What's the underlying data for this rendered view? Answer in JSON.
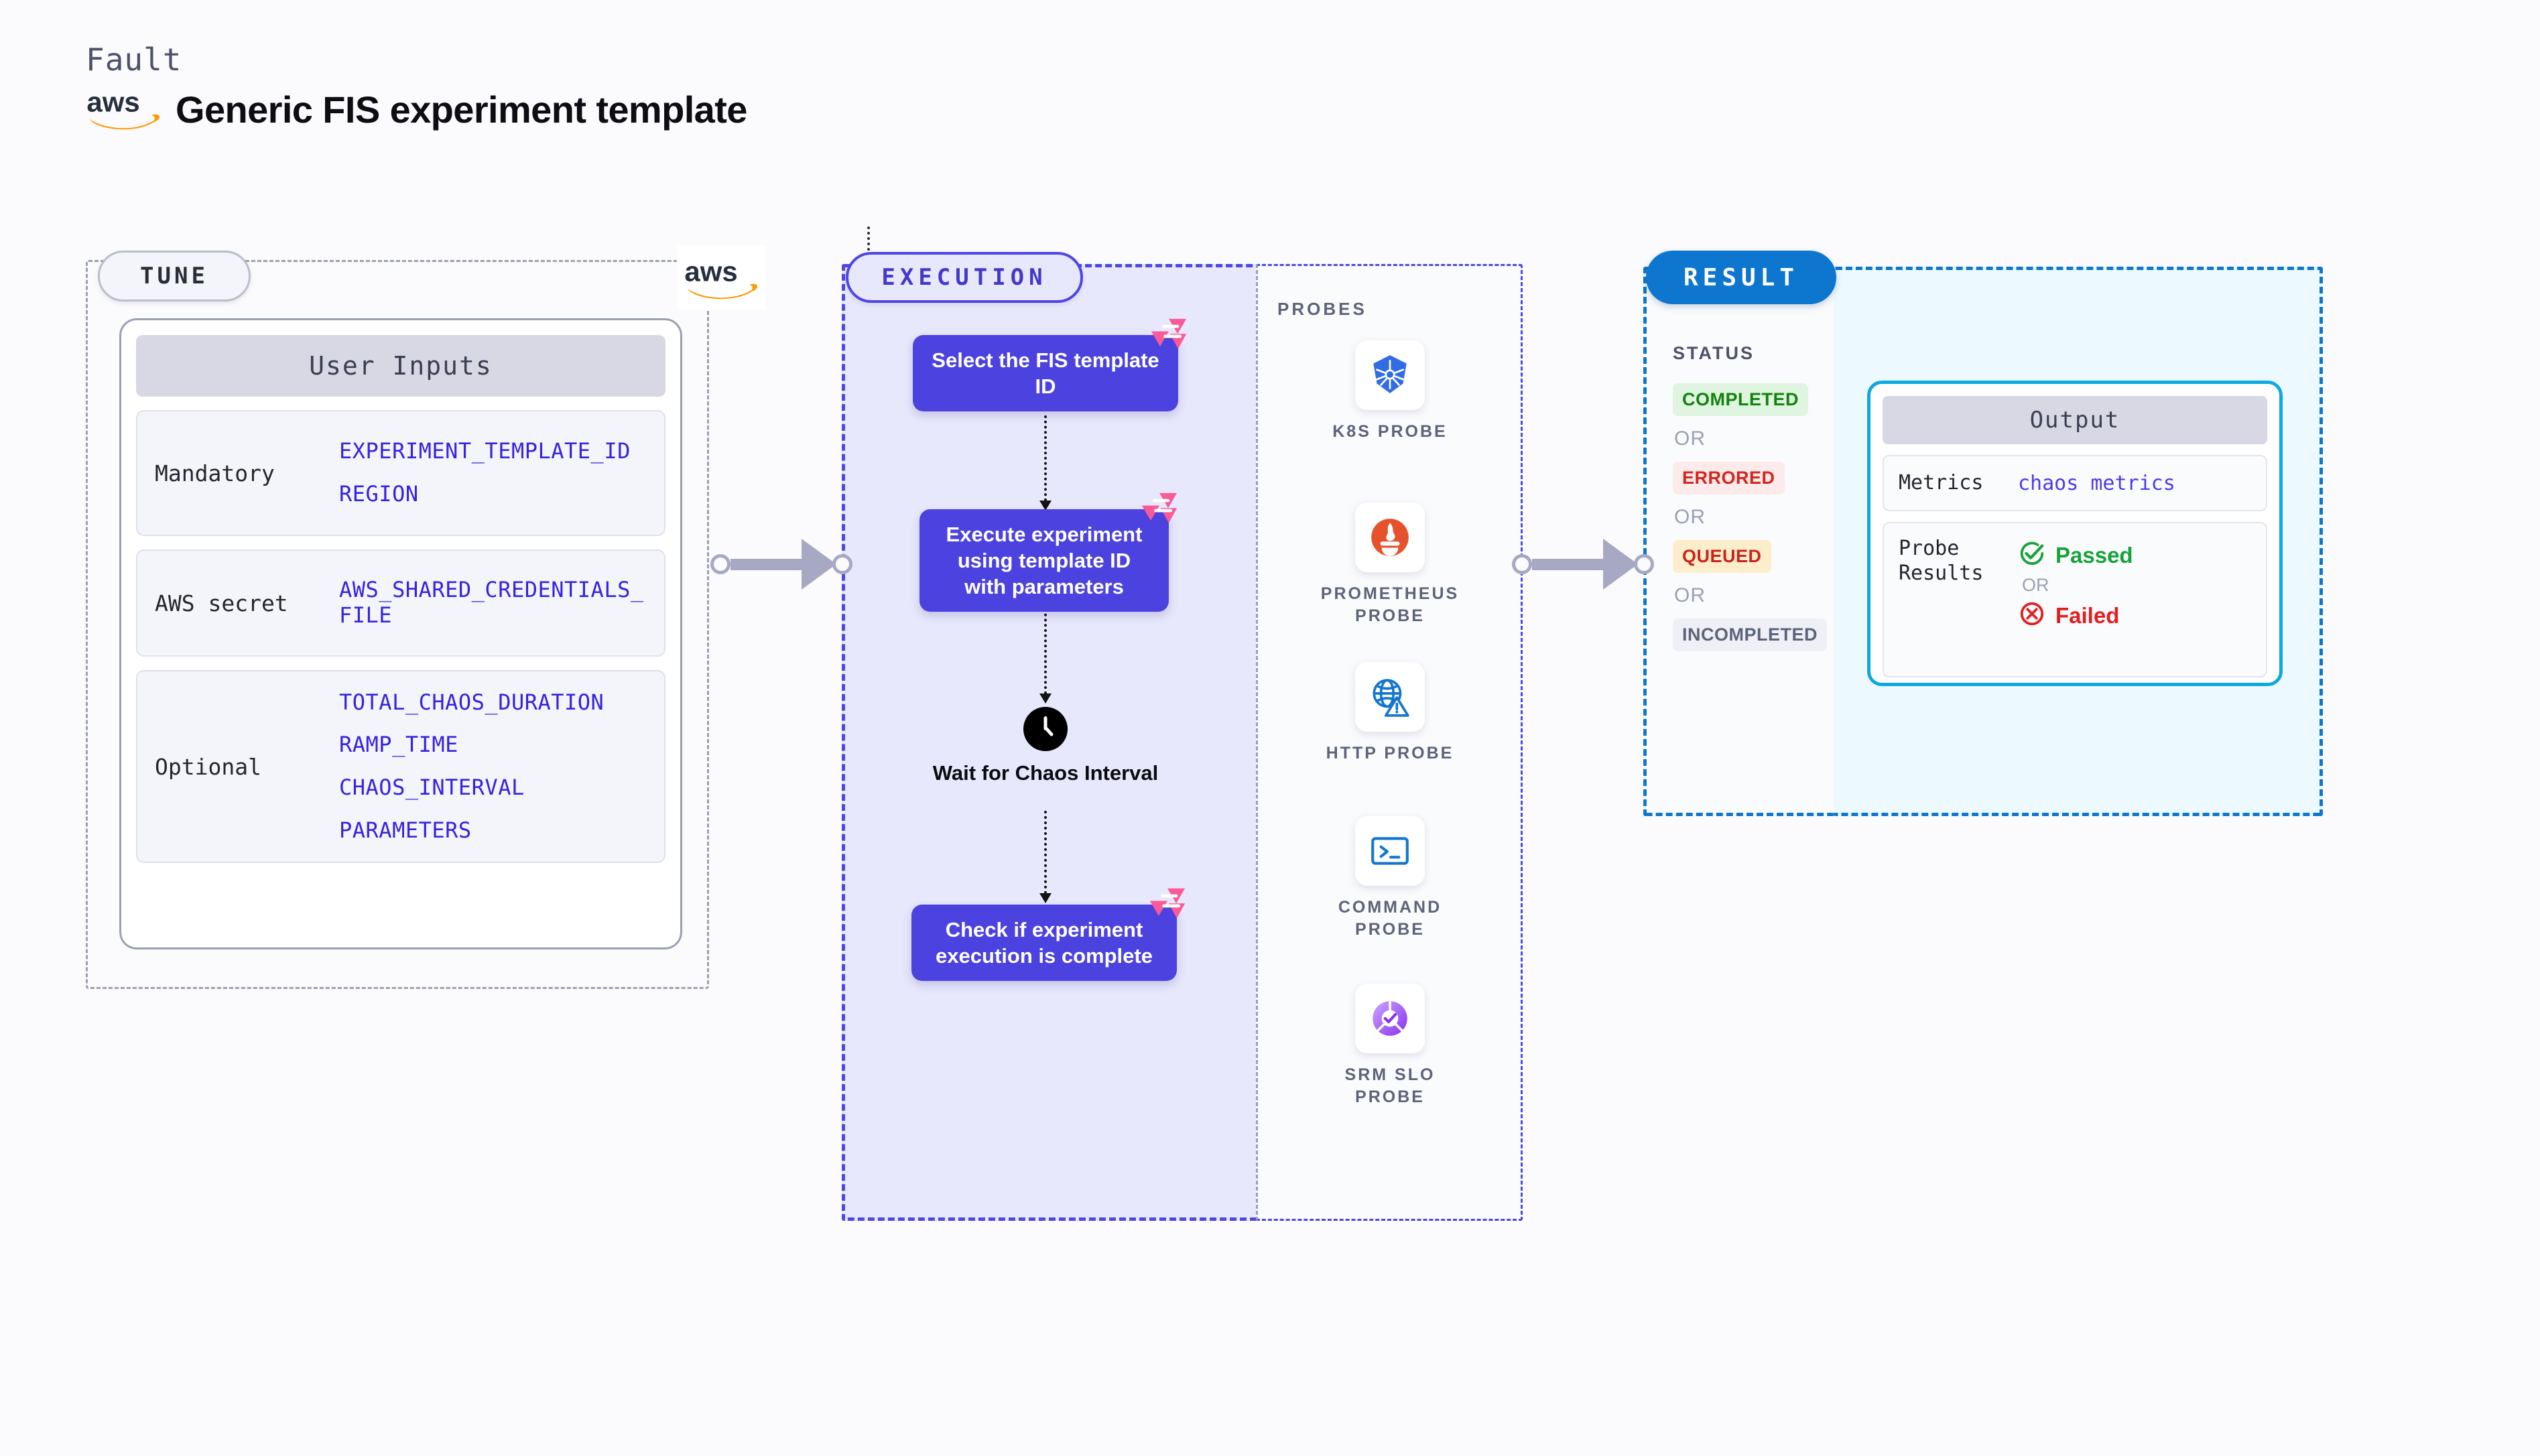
{
  "header": {
    "eyebrow": "Fault",
    "title": "Generic FIS experiment template",
    "logo_icon": "aws-logo-icon"
  },
  "tune": {
    "tag": "TUNE",
    "card_title": "User Inputs",
    "groups": [
      {
        "label": "Mandatory",
        "values": [
          "EXPERIMENT_TEMPLATE_ID",
          "REGION"
        ]
      },
      {
        "label": "AWS secret",
        "values": [
          "AWS_SHARED_CREDENTIALS_FILE"
        ]
      },
      {
        "label": "Optional",
        "values": [
          "TOTAL_CHAOS_DURATION",
          "RAMP_TIME",
          "CHAOS_INTERVAL",
          "PARAMETERS"
        ]
      }
    ]
  },
  "execution": {
    "tag": "EXECUTION",
    "steps": [
      {
        "label": "Select the FIS template ID",
        "badge_icon": "litmus-icon"
      },
      {
        "label": "Execute experiment using template ID with parameters",
        "badge_icon": "litmus-icon"
      },
      {
        "label": "Check if experiment execution is complete",
        "badge_icon": "litmus-icon"
      }
    ],
    "wait_node": {
      "icon": "clock-icon",
      "label": "Wait for Chaos Interval"
    },
    "probes_title": "PROBES",
    "probes": [
      {
        "label": "K8S PROBE",
        "icon": "kubernetes-icon"
      },
      {
        "label": "PROMETHEUS PROBE",
        "icon": "prometheus-icon"
      },
      {
        "label": "HTTP PROBE",
        "icon": "globe-warning-icon"
      },
      {
        "label": "COMMAND PROBE",
        "icon": "terminal-icon"
      },
      {
        "label": "SRM SLO PROBE",
        "icon": "slo-donut-icon"
      }
    ]
  },
  "result": {
    "tag": "RESULT",
    "status_title": "STATUS",
    "or_label": "OR",
    "statuses": [
      {
        "label": "COMPLETED",
        "bg": "#dff5e0",
        "fg": "#13820f"
      },
      {
        "label": "ERRORED",
        "bg": "#fdeaea",
        "fg": "#d3261d"
      },
      {
        "label": "QUEUED",
        "bg": "#fceecb",
        "fg": "#c9241b"
      },
      {
        "label": "INCOMPLETED",
        "bg": "#eef0f6",
        "fg": "#5d6379"
      }
    ],
    "output": {
      "title": "Output",
      "metrics_label": "Metrics",
      "metrics_value": "chaos metrics",
      "probe_results_label": "Probe Results",
      "passed_label": "Passed",
      "failed_label": "Failed",
      "or_label": "OR",
      "passed_icon": "check-circle-icon",
      "failed_icon": "x-circle-icon"
    }
  },
  "connectors": [
    {
      "name": "tune-to-execution"
    },
    {
      "name": "execution-to-result"
    }
  ],
  "colors": {
    "page_bg": "#fbfbfd",
    "tune_border": "#9aa0b4",
    "execution_accent": "#4f46e5",
    "execution_fill": "#e7e8fb",
    "flow_box": "#4c42df",
    "result_accent": "#0d76cf",
    "result_fill": "#ecfaff",
    "output_border": "#0fa7e3",
    "mono_value": "#3523e0",
    "litmus_pink": "#fa5a96"
  }
}
